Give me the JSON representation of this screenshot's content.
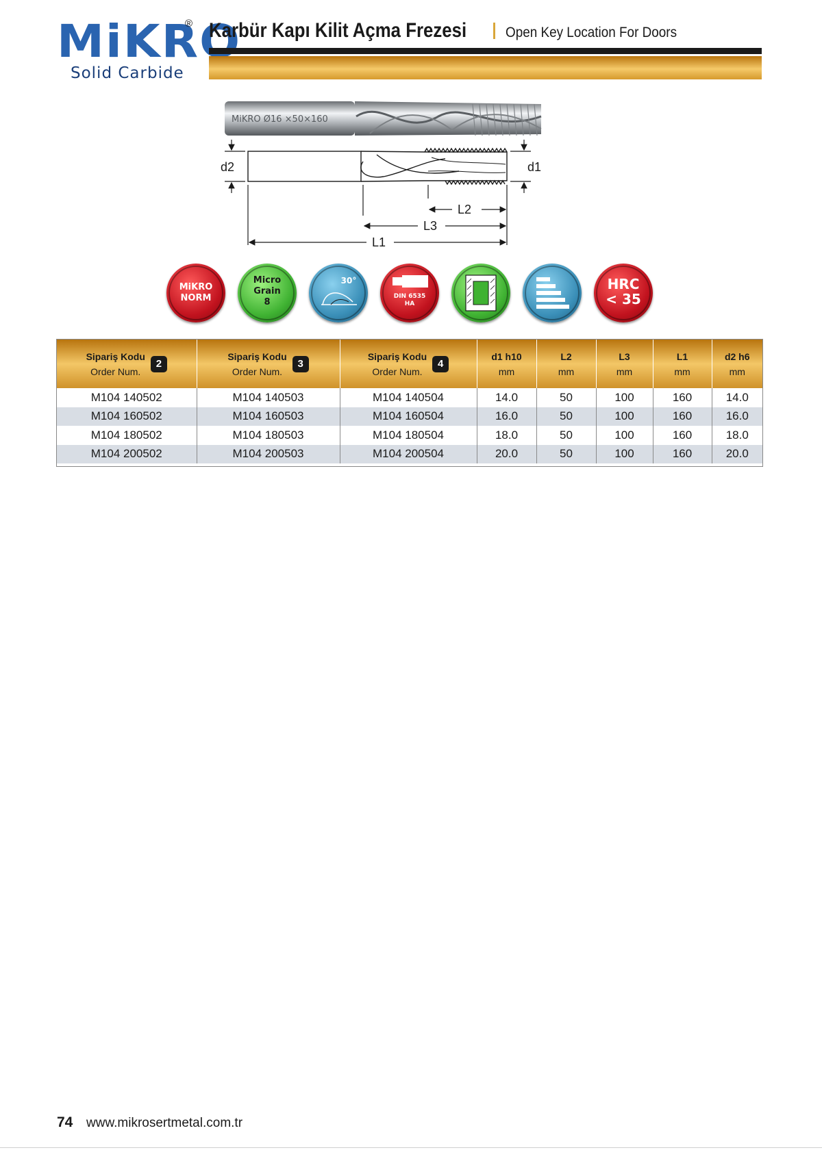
{
  "brand": {
    "name": "MiKRO",
    "registered": "®",
    "subtitle": "Solid Carbide"
  },
  "header": {
    "title_tr": "Karbür Kapı Kilit Açma Frezesi",
    "title_en": "Open Key Location For Doors"
  },
  "drawing": {
    "engraving": "MiKRO Ø16 ×50×160",
    "labels": {
      "d2": "d2",
      "d1": "d1",
      "l2": "L2",
      "l3": "L3",
      "l1": "L1"
    }
  },
  "icons": [
    {
      "name": "mikro-norm",
      "color": "#c1121e",
      "lines": [
        "MiKRO",
        "NORM"
      ]
    },
    {
      "name": "micro-grain",
      "color": "#3fb232",
      "lines": [
        "Micro",
        "Grain",
        "8"
      ]
    },
    {
      "name": "helix-angle",
      "color": "#3a8fb8",
      "lines": [
        "30°"
      ]
    },
    {
      "name": "din-shank",
      "color": "#c1121e",
      "lines": [
        "DIN 6535",
        "HA"
      ]
    },
    {
      "name": "material",
      "color": "#3fb232",
      "lines": []
    },
    {
      "name": "flute-types",
      "color": "#3a8fb8",
      "lines": []
    },
    {
      "name": "hrc",
      "color": "#c1121e",
      "lines": [
        "HRC",
        "< 35"
      ]
    }
  ],
  "table": {
    "headers": [
      {
        "line1": "Sipariş Kodu",
        "line2": "Order Num.",
        "badge": "2"
      },
      {
        "line1": "Sipariş Kodu",
        "line2": "Order Num.",
        "badge": "3"
      },
      {
        "line1": "Sipariş Kodu",
        "line2": "Order Num.",
        "badge": "4"
      },
      {
        "line1": "d1 h10",
        "line2": "mm"
      },
      {
        "line1": "L2",
        "line2": "mm"
      },
      {
        "line1": "L3",
        "line2": "mm"
      },
      {
        "line1": "L1",
        "line2": "mm"
      },
      {
        "line1": "d2 h6",
        "line2": "mm"
      }
    ],
    "rows": [
      [
        "M104 140502",
        "M104 140503",
        "M104 140504",
        "14.0",
        "50",
        "100",
        "160",
        "14.0"
      ],
      [
        "M104 160502",
        "M104 160503",
        "M104 160504",
        "16.0",
        "50",
        "100",
        "160",
        "16.0"
      ],
      [
        "M104 180502",
        "M104 180503",
        "M104 180504",
        "18.0",
        "50",
        "100",
        "160",
        "18.0"
      ],
      [
        "M104 200502",
        "M104 200503",
        "M104 200504",
        "20.0",
        "50",
        "100",
        "160",
        "20.0"
      ]
    ]
  },
  "footer": {
    "page": "74",
    "url": "www.mikrosertmetal.com.tr"
  }
}
